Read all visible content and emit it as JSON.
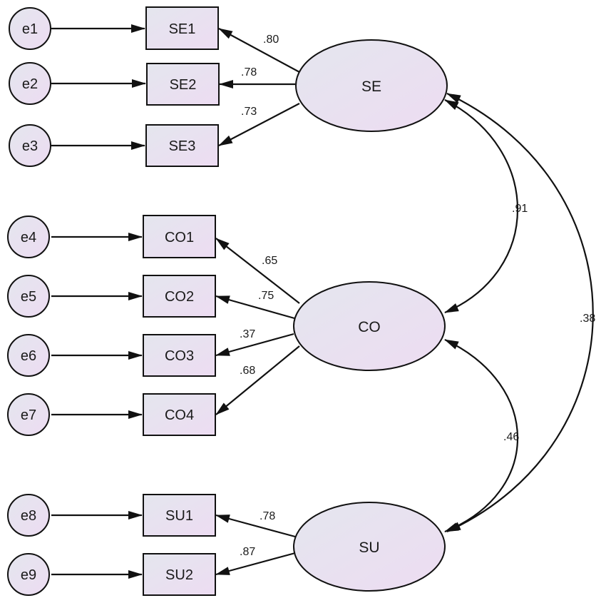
{
  "colors": {
    "fill_start": "#e4e6ee",
    "fill_end": "#eddcf2",
    "stroke": "#111111"
  },
  "errors": [
    "e1",
    "e2",
    "e3",
    "e4",
    "e5",
    "e6",
    "e7",
    "e8",
    "e9"
  ],
  "indicators": [
    "SE1",
    "SE2",
    "SE3",
    "CO1",
    "CO2",
    "CO3",
    "CO4",
    "SU1",
    "SU2"
  ],
  "latents": [
    "SE",
    "CO",
    "SU"
  ],
  "loadings": [
    ".80",
    ".78",
    ".73",
    ".65",
    ".75",
    ".37",
    ".68",
    ".78",
    ".87"
  ],
  "correlations": {
    "se_co": ".91",
    "co_su": ".46",
    "se_su": ".38"
  }
}
